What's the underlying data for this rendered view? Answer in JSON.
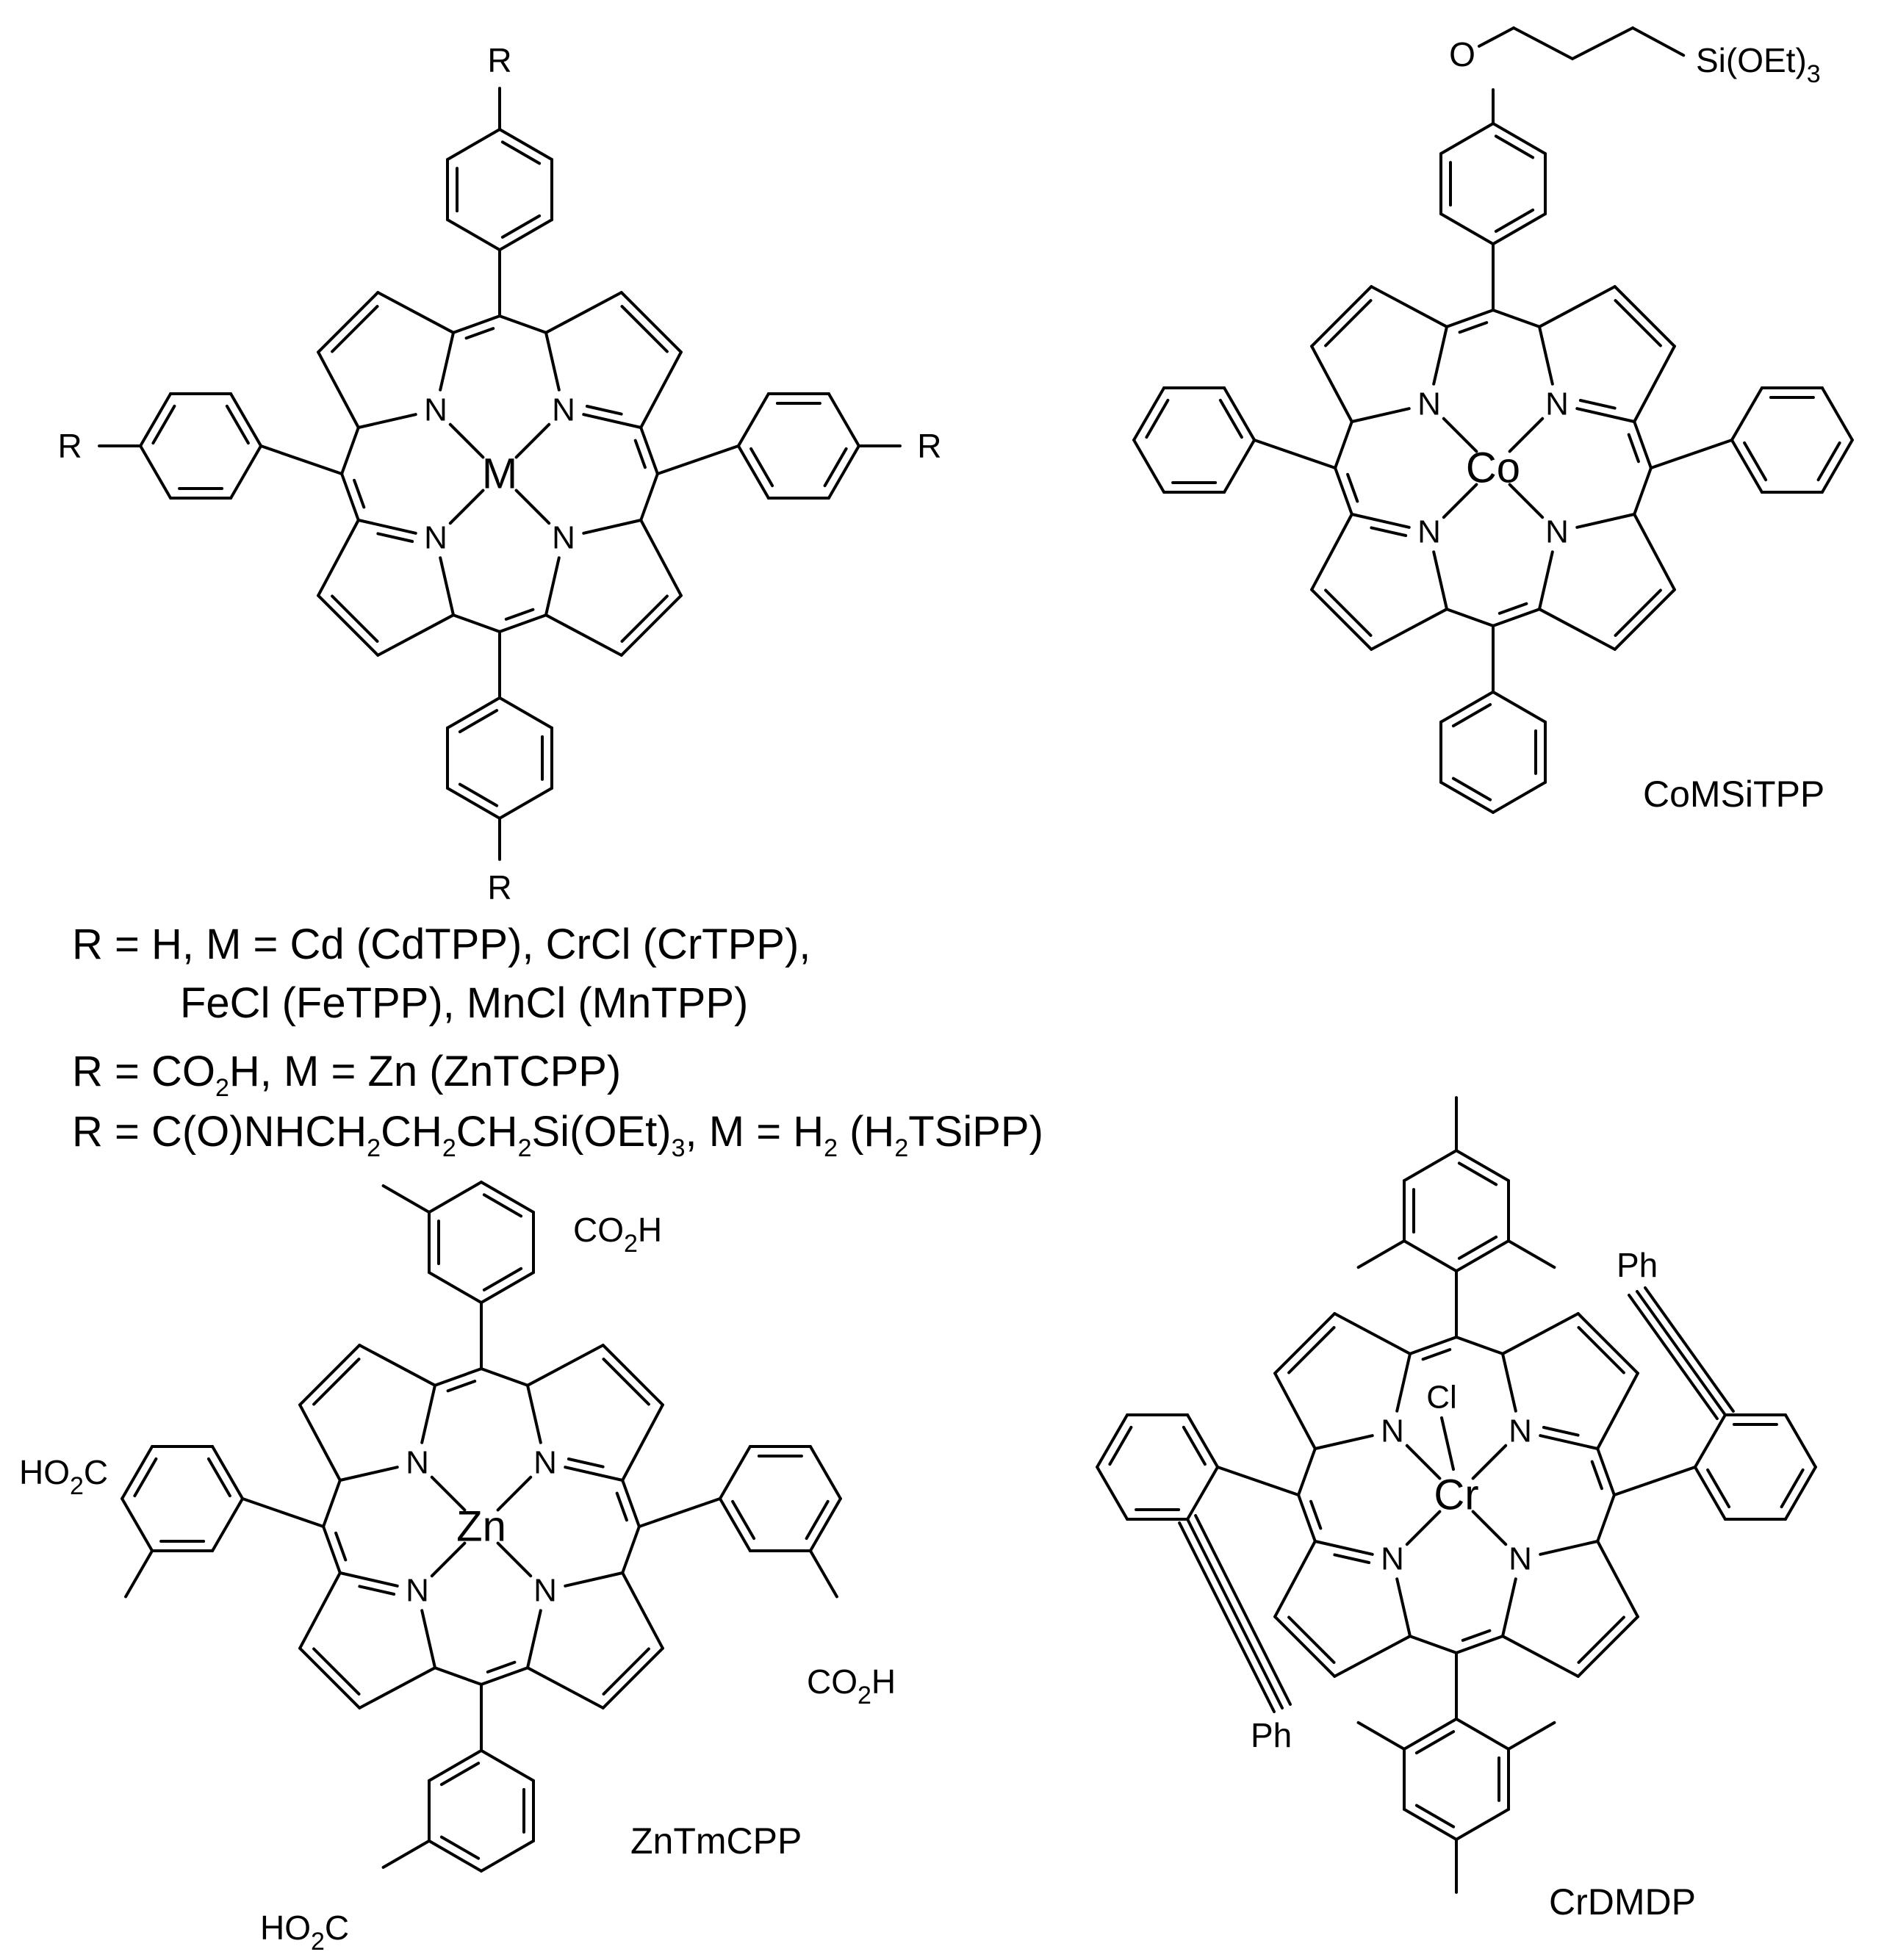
{
  "molecules": [
    {
      "name": "generic-tpp",
      "metal": "M",
      "substituents": [
        "R",
        "R",
        "R",
        "R"
      ],
      "legend": [
        "R = H, M = Cd (CdTPP), CrCl (CrTPP),",
        "FeCl (FeTPP), MnCl (MnTPP)"
      ],
      "legend_zn": {
        "pre": "R = CO",
        "sub": "2",
        "post": "H,  M = Zn (ZnTCPP)"
      },
      "legend_h2": {
        "p1": "R = C(O)NHCH",
        "s1": "2",
        "p2": "CH",
        "s2": "2",
        "p3": "CH",
        "s3": "2",
        "p4": "Si(OEt)",
        "s4": "3",
        "p5": ",  M = H",
        "s5": "2",
        "p6": " (H",
        "s6": "2",
        "p7": "TSiPP)"
      }
    },
    {
      "name": "comsitpp",
      "metal": "Co",
      "caption": "CoMSiTPP",
      "oxygen": "O",
      "silyl": "Si(OEt)",
      "silyl_sub": "3"
    },
    {
      "name": "zntmcpp",
      "metal": "Zn",
      "caption": "ZnTmCPP",
      "acid_main": "CO",
      "acid_sub": "2",
      "acid_tail": "H",
      "acid_left_pre": "HO",
      "acid_left_sub": "2",
      "acid_left_tail": "C"
    },
    {
      "name": "crdmdp",
      "metal": "Cr",
      "axial": "Cl",
      "caption": "CrDMDP",
      "ph": "Ph"
    }
  ],
  "atoms": {
    "nitrogen": "N"
  }
}
